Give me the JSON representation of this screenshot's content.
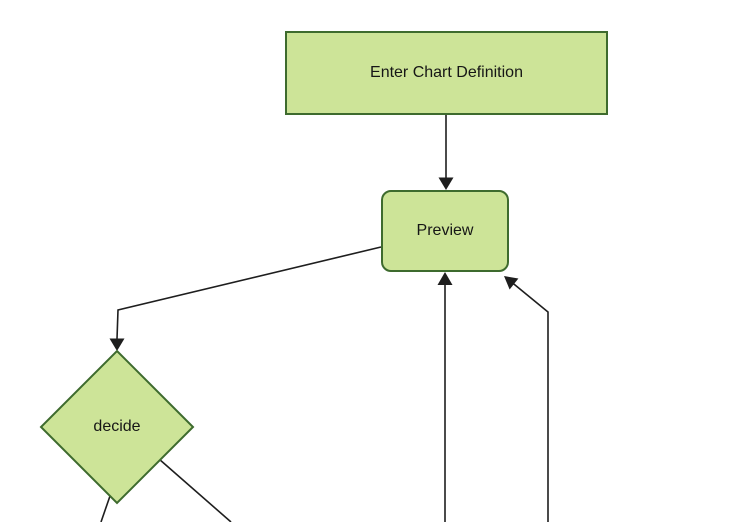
{
  "diagram": {
    "type": "flowchart-top-down",
    "background_color": "#ffffff",
    "node_fill_color": "#cde498",
    "node_border_color": "#3e6b2e",
    "edge_color": "#1e1e1e",
    "text_color": "#161616",
    "nodes": [
      {
        "id": "enter-chart-definition",
        "label": "Enter Chart Definition",
        "shape": "rectangle"
      },
      {
        "id": "preview",
        "label": "Preview",
        "shape": "rounded-rectangle"
      },
      {
        "id": "decide",
        "label": "decide",
        "shape": "diamond"
      }
    ],
    "edges": [
      {
        "from": "enter-chart-definition",
        "to": "preview",
        "style": "arrow"
      },
      {
        "from": "preview",
        "to": "decide",
        "style": "arrow"
      },
      {
        "from": "offscreen-bottom",
        "to": "preview",
        "style": "arrow"
      },
      {
        "from": "offscreen-bottom-right",
        "to": "preview",
        "style": "arrow"
      },
      {
        "from": "decide",
        "to": "offscreen-bottom-left",
        "style": "line-continues-offscreen"
      },
      {
        "from": "decide",
        "to": "offscreen-bottom-right",
        "style": "line-continues-offscreen"
      }
    ]
  }
}
